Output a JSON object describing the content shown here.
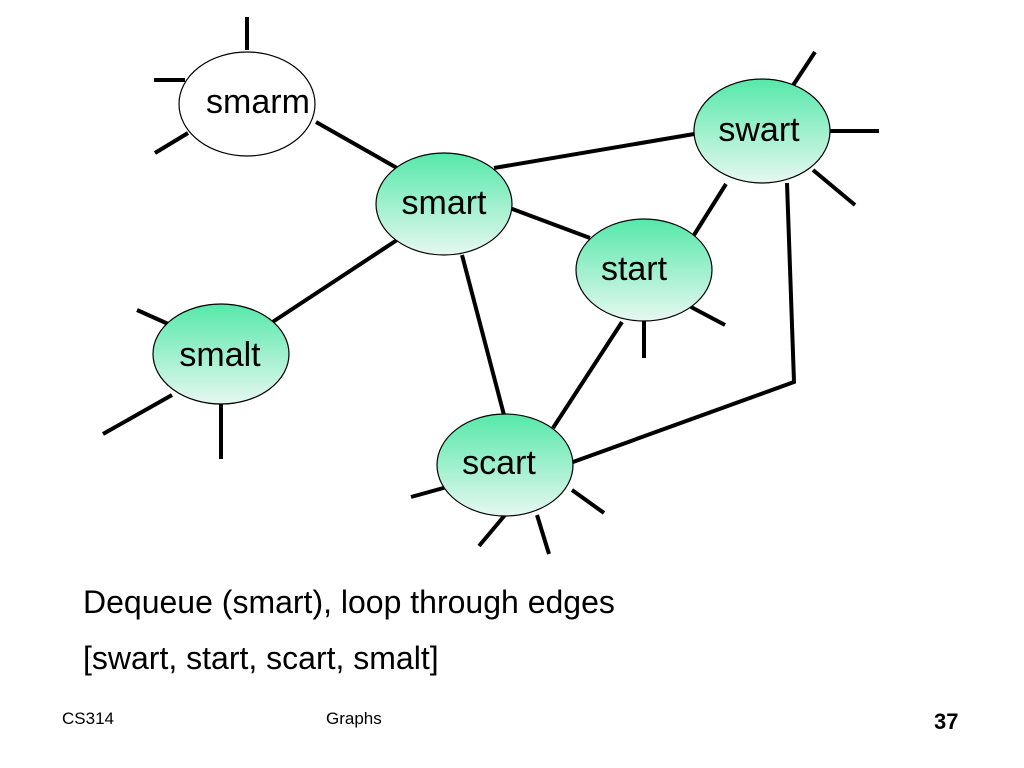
{
  "diagram": {
    "nodes": [
      {
        "id": "smarm",
        "label": "smarm",
        "visited": false
      },
      {
        "id": "smart",
        "label": "smart",
        "visited": true
      },
      {
        "id": "swart",
        "label": "swart",
        "visited": true
      },
      {
        "id": "start",
        "label": "start",
        "visited": true
      },
      {
        "id": "smalt",
        "label": "smalt",
        "visited": true
      },
      {
        "id": "scart",
        "label": "scart",
        "visited": true
      }
    ],
    "edges": [
      [
        "smarm",
        "smart"
      ],
      [
        "smart",
        "swart"
      ],
      [
        "smart",
        "start"
      ],
      [
        "smart",
        "smalt"
      ],
      [
        "smart",
        "scart"
      ],
      [
        "swart",
        "start"
      ],
      [
        "start",
        "scart"
      ],
      [
        "swart",
        "scart"
      ]
    ],
    "colors": {
      "visited_fill_top": "#56e8aa",
      "visited_fill_bottom": "#e6f8f0",
      "unvisited_fill": "#ffffff",
      "line": "#000000"
    }
  },
  "caption": {
    "line1": "Dequeue (smart), loop through edges",
    "line2": "[swart, start, scart, smalt]"
  },
  "footer": {
    "course": "CS314",
    "title": "Graphs",
    "page": "37"
  }
}
